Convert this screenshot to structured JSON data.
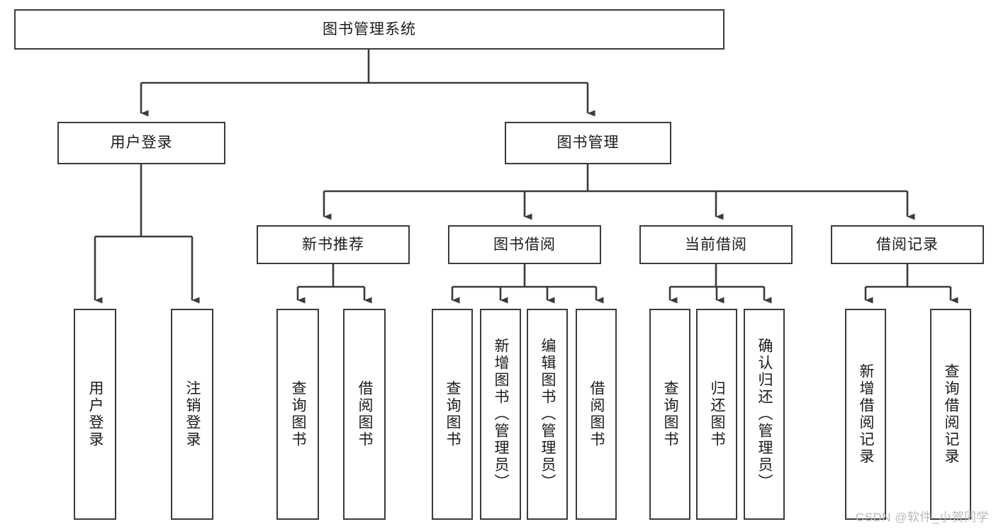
{
  "diagram": {
    "type": "tree",
    "title_node": {
      "id": "root",
      "label": "图书管理系统"
    },
    "level2": [
      {
        "id": "user-login",
        "label": "用户登录"
      },
      {
        "id": "book-manage",
        "label": "图书管理"
      }
    ],
    "level3": [
      {
        "id": "new-book-rec",
        "label": "新书推荐"
      },
      {
        "id": "book-borrow",
        "label": "图书借阅"
      },
      {
        "id": "current-borrow",
        "label": "当前借阅"
      },
      {
        "id": "borrow-record",
        "label": "借阅记录"
      }
    ],
    "leaves": {
      "user_login": [
        {
          "id": "leaf-user-login",
          "label": "用户登录"
        },
        {
          "id": "leaf-logout-login",
          "label": "注销登录"
        }
      ],
      "new_book_rec": [
        {
          "id": "leaf-query-book-1",
          "label": "查询图书"
        },
        {
          "id": "leaf-borrow-book-1",
          "label": "借阅图书"
        }
      ],
      "book_borrow": [
        {
          "id": "leaf-query-book-2",
          "label": "查询图书"
        },
        {
          "id": "leaf-add-book",
          "label": "新增图书（管理员）"
        },
        {
          "id": "leaf-edit-book",
          "label": "编辑图书（管理员）"
        },
        {
          "id": "leaf-borrow-book-2",
          "label": "借阅图书"
        }
      ],
      "current_borrow": [
        {
          "id": "leaf-query-book-3",
          "label": "查询图书"
        },
        {
          "id": "leaf-return-book",
          "label": "归还图书"
        },
        {
          "id": "leaf-confirm-return",
          "label": "确认归还（管理员）"
        }
      ],
      "borrow_record": [
        {
          "id": "leaf-add-record",
          "label": "新增借阅记录"
        },
        {
          "id": "leaf-query-record",
          "label": "查询借阅记录"
        }
      ]
    }
  },
  "watermark": {
    "text": "CSDN @软件_小贺同学"
  },
  "colors": {
    "stroke": "#3b3b3b",
    "text": "#1b1b1b",
    "background": "#ffffff",
    "watermark": "#b9b9b9"
  }
}
